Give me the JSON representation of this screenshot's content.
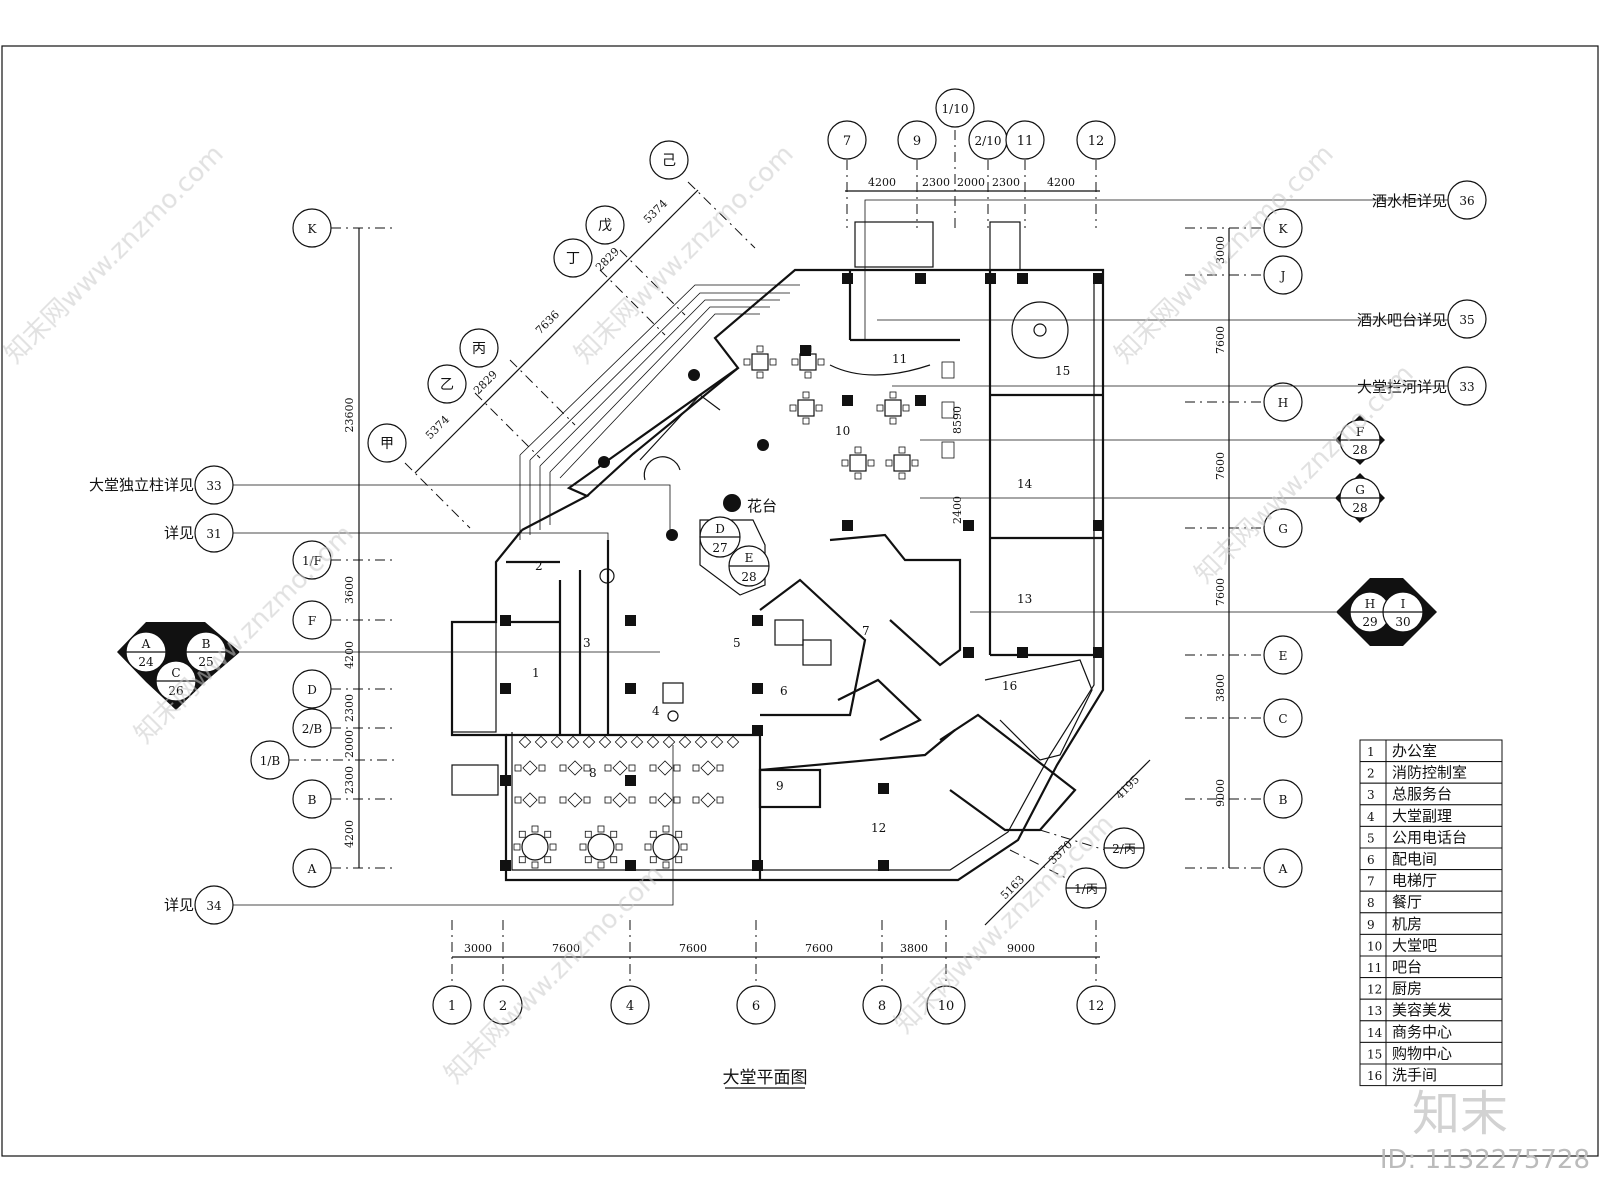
{
  "drawing": {
    "title": "大堂平面图",
    "flower_stand": "花台"
  },
  "grid_top": [
    "7",
    "9",
    "1/10",
    "2/10",
    "11",
    "12"
  ],
  "grid_bottom": [
    "1",
    "2",
    "4",
    "6",
    "8",
    "10",
    "12"
  ],
  "grid_left": [
    "K",
    "1/F",
    "F",
    "D",
    "2/B",
    "1/B",
    "B",
    "A"
  ],
  "grid_right": [
    "K",
    "J",
    "H",
    "G",
    "E",
    "C",
    "B",
    "A"
  ],
  "grid_diag": [
    "甲",
    "乙",
    "丙",
    "丁",
    "戊",
    "己"
  ],
  "grid_misc": [
    "2/丙",
    "1/丙"
  ],
  "dims": {
    "top": [
      "4200",
      "2300",
      "2000",
      "2300",
      "4200"
    ],
    "bottom": [
      "3000",
      "7600",
      "7600",
      "7600",
      "3800",
      "9000"
    ],
    "left_total": "23600",
    "left": [
      "3600",
      "4200",
      "2300",
      "2000",
      "2300",
      "4200"
    ],
    "right": [
      "3000",
      "7600",
      "7600",
      "7600",
      "3800",
      "9000"
    ],
    "diag": [
      "5374",
      "2829",
      "7636",
      "2829",
      "5374"
    ],
    "inner": [
      "8590",
      "2400"
    ],
    "corner": [
      "4195",
      "3370",
      "5163"
    ]
  },
  "callouts_left": [
    {
      "text": "大堂独立柱详见",
      "num": "33"
    },
    {
      "text": "详见",
      "num": "31"
    },
    {
      "text": "详见",
      "num": "34"
    }
  ],
  "callouts_right": [
    {
      "text": "酒水柜详见",
      "num": "36"
    },
    {
      "text": "酒水吧台详见",
      "num": "35"
    },
    {
      "text": "大堂拦河详见",
      "num": "33"
    }
  ],
  "section_marks": [
    {
      "letter": "F",
      "num": "28"
    },
    {
      "letter": "G",
      "num": "28"
    },
    {
      "letter": "H",
      "num": "29"
    },
    {
      "letter": "I",
      "num": "30"
    },
    {
      "letter": "A",
      "num": "24"
    },
    {
      "letter": "B",
      "num": "25"
    },
    {
      "letter": "C",
      "num": "26"
    },
    {
      "letter": "D",
      "num": "27"
    },
    {
      "letter": "E",
      "num": "28"
    }
  ],
  "room_numbers": [
    "1",
    "2",
    "3",
    "4",
    "5",
    "6",
    "7",
    "8",
    "9",
    "10",
    "11",
    "12",
    "13",
    "14",
    "15",
    "16"
  ],
  "legend": [
    {
      "num": "1",
      "name": "办公室"
    },
    {
      "num": "2",
      "name": "消防控制室"
    },
    {
      "num": "3",
      "name": "总服务台"
    },
    {
      "num": "4",
      "name": "大堂副理"
    },
    {
      "num": "5",
      "name": "公用电话台"
    },
    {
      "num": "6",
      "name": "配电间"
    },
    {
      "num": "7",
      "name": "电梯厅"
    },
    {
      "num": "8",
      "name": "餐厅"
    },
    {
      "num": "9",
      "name": "机房"
    },
    {
      "num": "10",
      "name": "大堂吧"
    },
    {
      "num": "11",
      "name": "吧台"
    },
    {
      "num": "12",
      "name": "厨房"
    },
    {
      "num": "13",
      "name": "美容美发"
    },
    {
      "num": "14",
      "name": "商务中心"
    },
    {
      "num": "15",
      "name": "购物中心"
    },
    {
      "num": "16",
      "name": "洗手间"
    }
  ],
  "watermark": {
    "site": "知末网www.znzmo.com",
    "logo": "知末",
    "id": "ID: 1132275728"
  }
}
